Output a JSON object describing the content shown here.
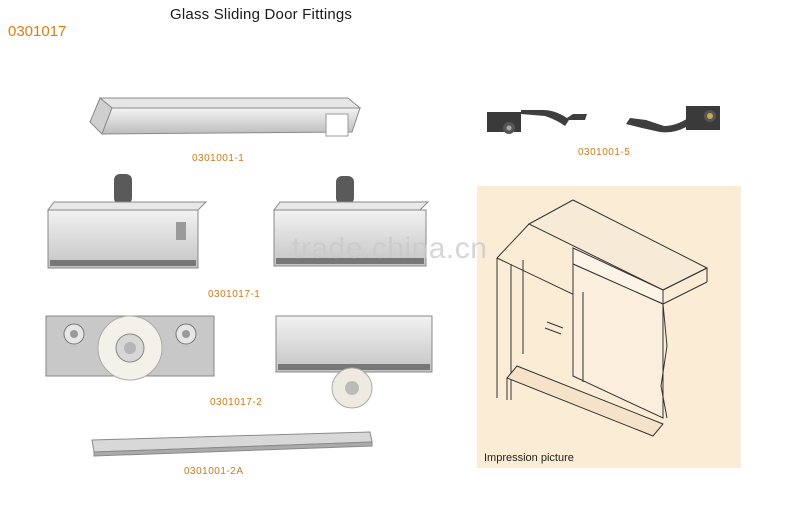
{
  "header": {
    "title": "Glass Sliding Door Fittings",
    "product_code": "0301017"
  },
  "parts": [
    {
      "code": "0301001-1"
    },
    {
      "code": "0301001-5"
    },
    {
      "code": "0301017-1"
    },
    {
      "code": "0301017-2"
    },
    {
      "code": "0301001-2A"
    }
  ],
  "watermark": "trade.china.cn",
  "impression": {
    "caption": "Impression picture"
  },
  "colors": {
    "accent": "#e07b10",
    "impression_bg": "#fbecd6",
    "metal": "#d9d9d9"
  }
}
